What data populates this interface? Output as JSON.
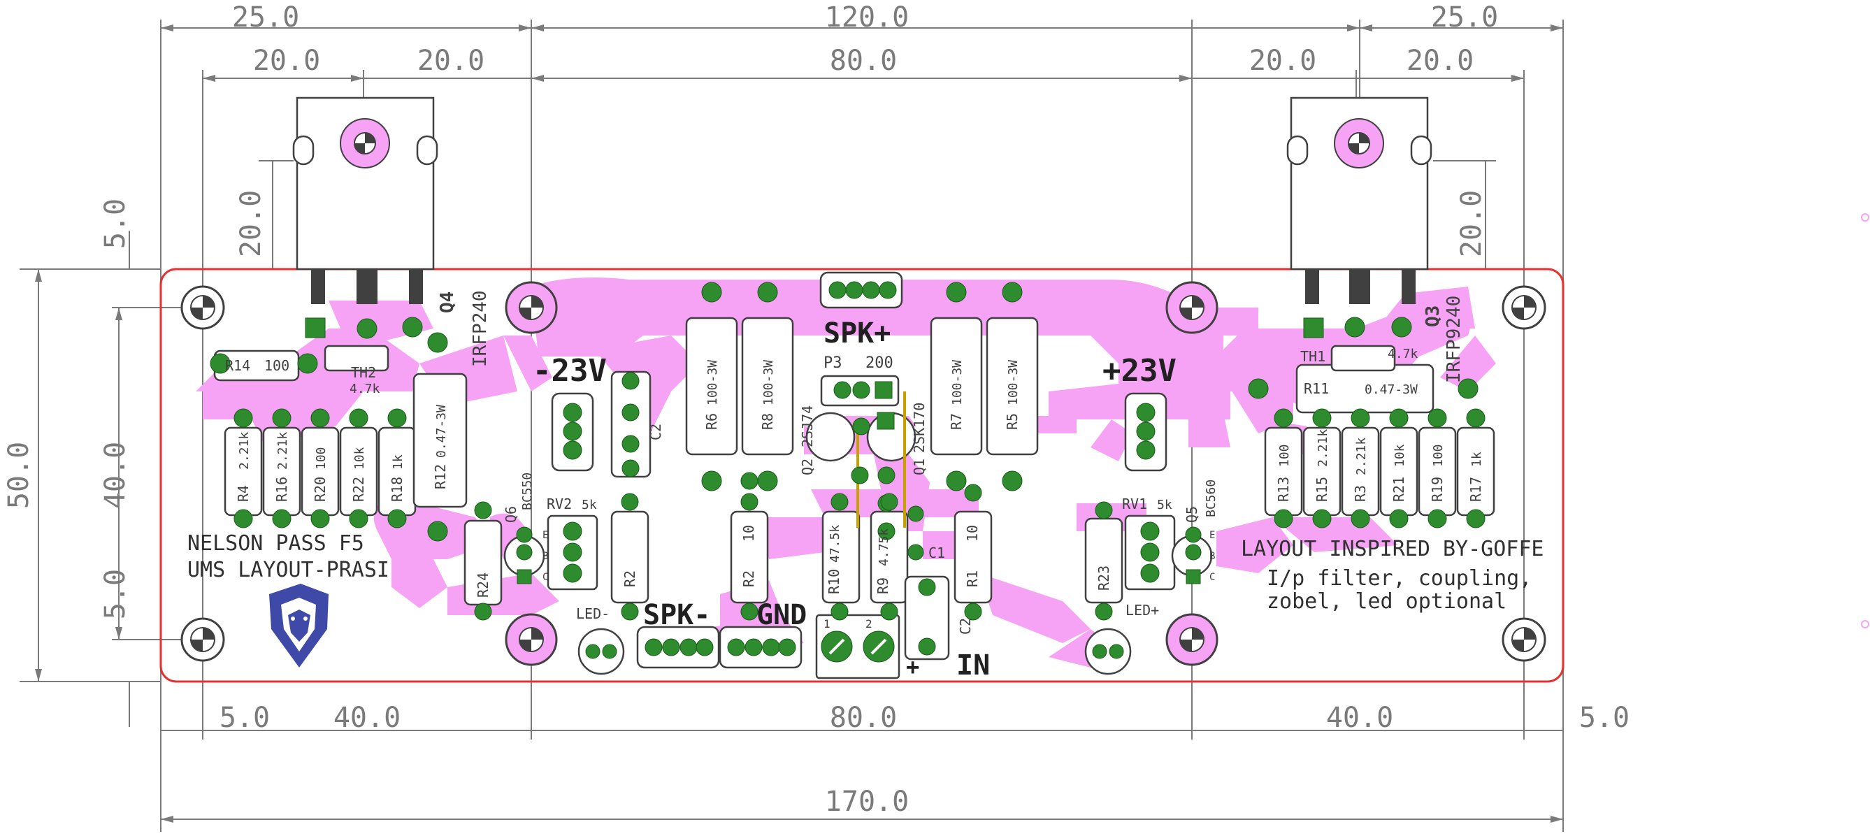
{
  "colors": {
    "copper": "#f7a3f5",
    "pad": "#2e8b2e",
    "board_outline": "#e83030",
    "silk": "#404040",
    "dimension": "#7a7a7a",
    "logo": "#3f4aa8"
  },
  "dimensions": {
    "overall_width": "170.0",
    "board_left_margin": "25.0",
    "board_center": "120.0",
    "board_right_margin": "25.0",
    "top_left_a": "20.0",
    "top_left_b": "20.0",
    "top_center": "80.0",
    "top_right_a": "20.0",
    "top_right_b": "20.0",
    "bottom_left_a": "5.0",
    "bottom_left_b": "40.0",
    "bottom_center": "80.0",
    "bottom_right_a": "40.0",
    "bottom_right_b": "5.0",
    "board_height": "50.0",
    "hole_spacing_vertical": "40.0",
    "top_margin": "5.0",
    "bottom_margin": "5.0",
    "heatsink_left": "20.0",
    "heatsink_right": "20.0"
  },
  "labels": {
    "minus_rail": "-23V",
    "plus_rail": "+23V",
    "spk_plus": "SPK+",
    "spk_minus": "SPK-",
    "gnd": "GND",
    "input": "IN",
    "plus_sign": "+",
    "credit_line1": "NELSON PASS F5",
    "credit_line2": "UMS LAYOUT-PRASI",
    "inspired": "LAYOUT INSPIRED BY-GOFFE",
    "note_line1": "I/p filter, coupling,",
    "note_line2": "zobel, led optional"
  },
  "components": {
    "Q4": "Q4",
    "Q4_part": "IRFP240",
    "Q3": "Q3",
    "Q3_part": "IRFP9240",
    "TH2": "TH2",
    "TH2_val": "4.7k",
    "TH1": "TH1",
    "TH1_val": "4.7k",
    "R14": "R14",
    "R14_val": "100",
    "R4": "R4",
    "R4_val": "2.21k",
    "R16": "R16",
    "R16_val": "2.21k",
    "R20": "R20",
    "R20_val": "100",
    "R22": "R22",
    "R22_val": "10k",
    "R18": "R18",
    "R18_val": "1k",
    "R12": "R12",
    "R12_val": "0.47-3W",
    "R11": "R11",
    "R11_val": "0.47-3W",
    "R13": "R13",
    "R13_val": "100",
    "R15": "R15",
    "R15_val": "2.21k",
    "R3": "R3",
    "R3_val": "2.21k",
    "R21": "R21",
    "R21_val": "10k",
    "R19": "R19",
    "R19_val": "100",
    "R17": "R17",
    "R17_val": "1k",
    "R6": "R6",
    "R6_val": "100-3W",
    "R8": "R8",
    "R8_val": "100-3W",
    "R7": "R7",
    "R7_val": "100-3W",
    "R5": "R5",
    "R5_val": "100-3W",
    "P3": "P3",
    "P3_val": "200",
    "Q2": "Q2",
    "Q2_part": "2SJ74",
    "Q1": "Q1",
    "Q1_part": "2SK170",
    "R10": "R10",
    "R10_val": "47.5k",
    "R9": "R9",
    "R9_val": "4.75k",
    "C1": "C1",
    "C2": "C2",
    "C2b": "C2",
    "R1": "R1",
    "R1_val": "10",
    "R2": "R2",
    "R2b": "R2",
    "R2b_val": "10",
    "R24": "R24",
    "R23": "R23",
    "Q6": "Q6",
    "Q6_part": "BC550",
    "Q5": "Q5",
    "Q5_part": "BC560",
    "RV2": "RV2",
    "RV2_val": "5k",
    "RV1": "RV1",
    "RV1_val": "5k",
    "LEDm": "LED-",
    "LEDp": "LED+",
    "pin_c": "C",
    "pin_b": "B",
    "pin_e": "E",
    "in_pin1": "1",
    "in_pin2": "2"
  }
}
